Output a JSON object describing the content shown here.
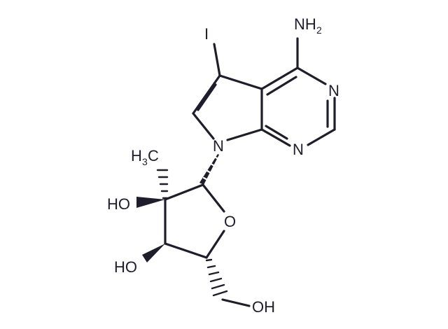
{
  "molecule": {
    "atoms": {
      "iodine": "I",
      "amino": "NH",
      "amino_subscript": "2",
      "ring_n_top": "N",
      "ring_n_bottom": "N",
      "pyrrole_n": "N",
      "methyl": "H",
      "methyl_subscript": "3",
      "methyl_carbon": "C",
      "hydroxyl_2": "HO",
      "ring_oxygen": "O",
      "hydroxyl_3": "HO",
      "hydroxyl_5": "OH"
    },
    "colors": {
      "bond": "#1e1e2a",
      "background": "#ffffff"
    }
  }
}
